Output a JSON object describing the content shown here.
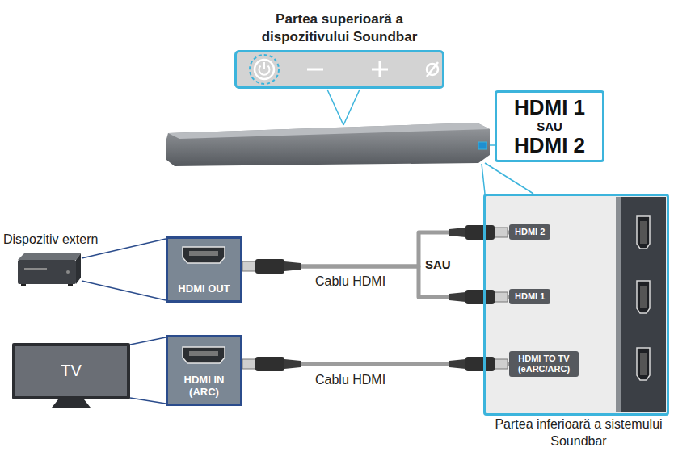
{
  "diagram": {
    "nodes": [
      {
        "text": [
          "Partea superioară a dispozitivului Soundbar"
        ]
      },
      {
        "text": [
          "HDMI 1",
          "SAU",
          "HDMI 2"
        ]
      },
      {
        "text": [
          "HDMI OUT"
        ]
      },
      {
        "text": [
          "Partea inferioară a sistemului Soundbar"
        ]
      },
      {
        "text": [
          "HDMI 2"
        ],
        "in": 3
      },
      {
        "text": [
          "HDMI 1"
        ],
        "in": 3
      },
      {
        "text": [
          "HDMI TO TV (eARC/ARC)"
        ],
        "in": 3
      },
      {
        "text": [
          "HDMI IN (ARC)"
        ]
      }
    ],
    "edges": [
      {
        "from": 2,
        "to": 4,
        "arrow": "none"
      },
      {
        "from": 2,
        "to": 5,
        "label": "Cablu HDMI",
        "arrow": "none"
      },
      {
        "from": 7,
        "to": 6,
        "label": "Cablu HDMI",
        "arrow": "none"
      }
    ],
    "labels": [
      "Dispozitiv extern",
      "SAU",
      "TV"
    ]
  }
}
